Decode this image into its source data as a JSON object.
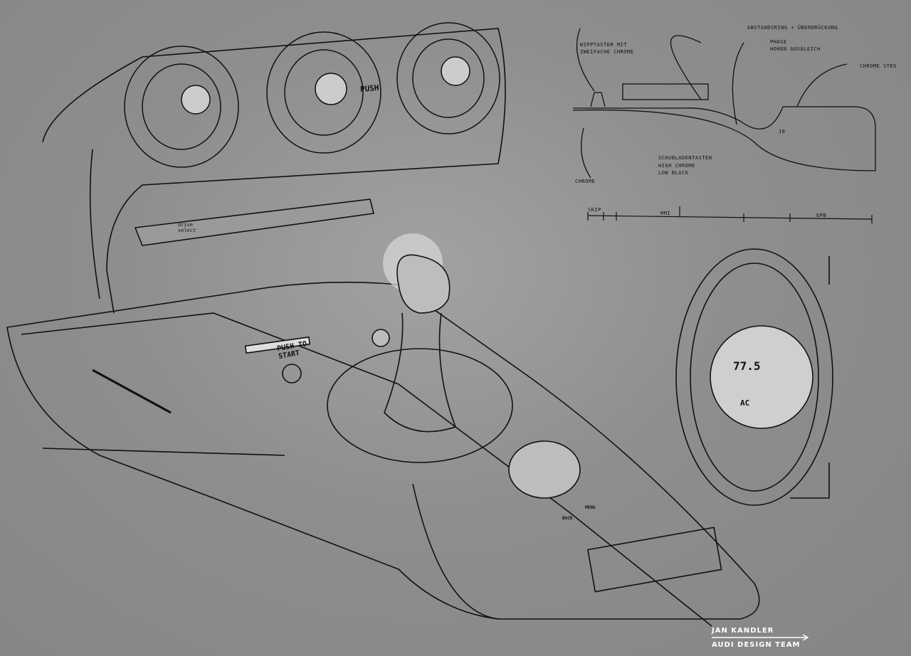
{
  "annotations": {
    "tasten": "Wipptaster mit zweifache Chrome",
    "abstand": "Abstandsring + Überdrückung",
    "phase": "Phase",
    "hohen": "Hohen Ausgleich",
    "chrome_steg": "Chrome Steg",
    "schubladen": "Schubladentasten",
    "high_chrome": "High Chrome",
    "low_black": "Low Black",
    "chrome": "Chrome",
    "dim_18": "18",
    "scale_skip": "Skip",
    "scale_mmi": "MMI",
    "scale_epb": "EPB"
  },
  "sketch_labels": {
    "push": "PUSH",
    "push_to_start": "PUSH TO START",
    "drive_select": "drive select",
    "ac_temp": "77.5",
    "ac": "AC",
    "back": "BACK",
    "menu": "MENU"
  },
  "signature": {
    "name": "Jan Kandler",
    "team": "Audi Design Team"
  }
}
